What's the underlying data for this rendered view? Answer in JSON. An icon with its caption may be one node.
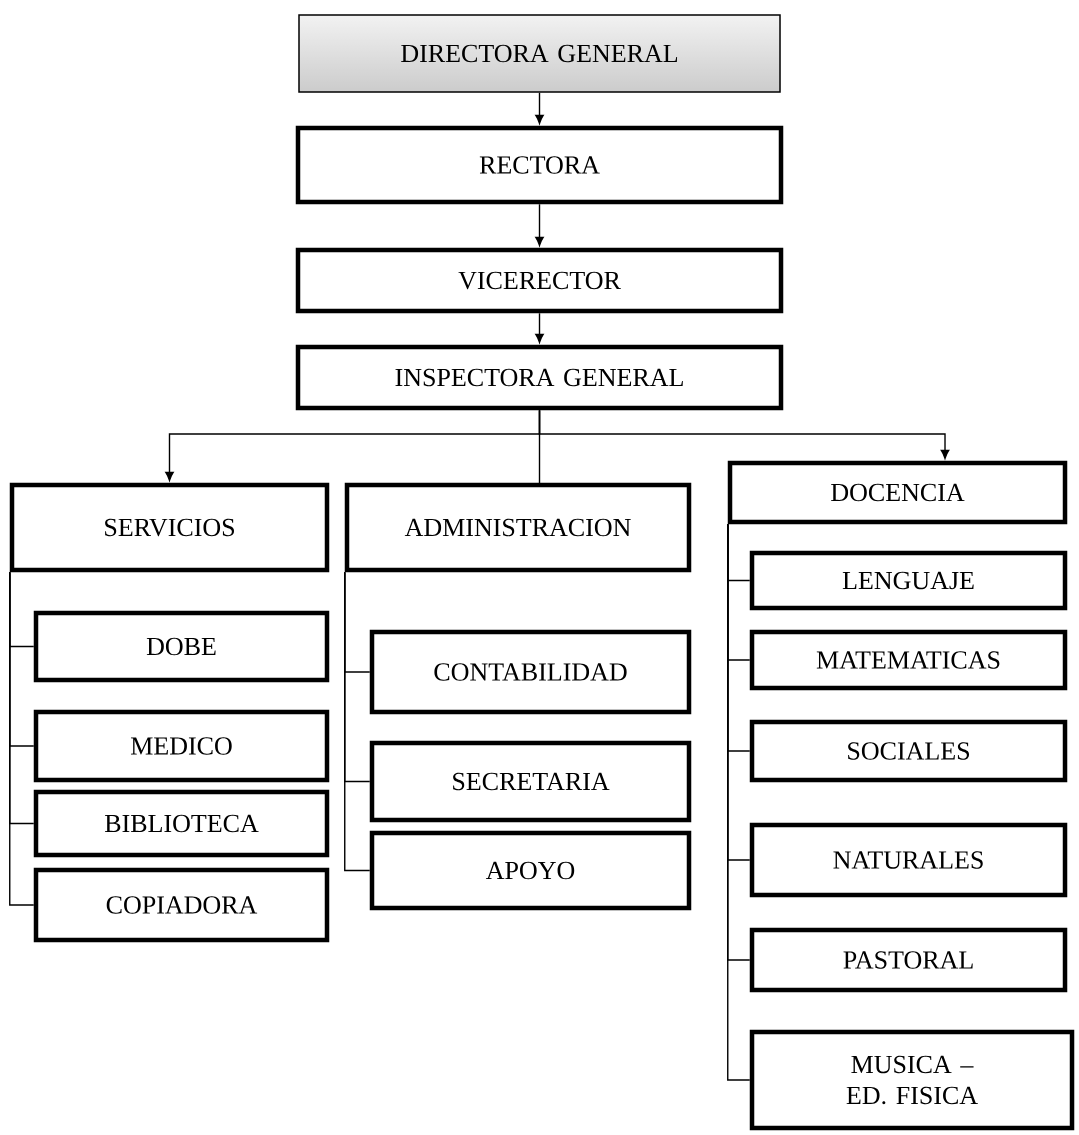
{
  "diagram": {
    "nodes": [
      {
        "text": [
          "DIRECTORA GENERAL"
        ]
      },
      {
        "text": [
          "RECTORA"
        ]
      },
      {
        "text": [
          "VICERECTOR"
        ]
      },
      {
        "text": [
          "INSPECTORA GENERAL"
        ]
      },
      {
        "text": [
          "SERVICIOS"
        ]
      },
      {
        "text": [
          "ADMINISTRACION"
        ]
      },
      {
        "text": [
          "DOCENCIA"
        ]
      },
      {
        "text": [
          "DOBE"
        ]
      },
      {
        "text": [
          "MEDICO"
        ]
      },
      {
        "text": [
          "BIBLIOTECA"
        ]
      },
      {
        "text": [
          "COPIADORA"
        ]
      },
      {
        "text": [
          "CONTABILIDAD"
        ]
      },
      {
        "text": [
          "SECRETARIA"
        ]
      },
      {
        "text": [
          "APOYO"
        ]
      },
      {
        "text": [
          "LENGUAJE"
        ]
      },
      {
        "text": [
          "MATEMATICAS"
        ]
      },
      {
        "text": [
          "SOCIALES"
        ]
      },
      {
        "text": [
          "NATURALES"
        ]
      },
      {
        "text": [
          "PASTORAL"
        ]
      },
      {
        "text": [
          "MUSICA – ED. FISICA"
        ]
      }
    ],
    "edges": [
      {
        "from": 0,
        "to": 1,
        "arrow": "to"
      },
      {
        "from": 1,
        "to": 2,
        "arrow": "to"
      },
      {
        "from": 2,
        "to": 3,
        "arrow": "to"
      },
      {
        "from": 3,
        "to": 4,
        "arrow": "to"
      },
      {
        "from": 3,
        "to": 5,
        "arrow": "none"
      },
      {
        "from": 3,
        "to": 6,
        "arrow": "to"
      },
      {
        "from": 4,
        "to": 7,
        "arrow": "none"
      },
      {
        "from": 4,
        "to": 8,
        "arrow": "none"
      },
      {
        "from": 4,
        "to": 9,
        "arrow": "none"
      },
      {
        "from": 4,
        "to": 10,
        "arrow": "none"
      },
      {
        "from": 5,
        "to": 11,
        "arrow": "none"
      },
      {
        "from": 5,
        "to": 12,
        "arrow": "none"
      },
      {
        "from": 5,
        "to": 13,
        "arrow": "none"
      },
      {
        "from": 6,
        "to": 14,
        "arrow": "none"
      },
      {
        "from": 6,
        "to": 15,
        "arrow": "none"
      },
      {
        "from": 6,
        "to": 16,
        "arrow": "none"
      },
      {
        "from": 6,
        "to": 17,
        "arrow": "none"
      },
      {
        "from": 6,
        "to": 18,
        "arrow": "none"
      },
      {
        "from": 6,
        "to": 19,
        "arrow": "none"
      }
    ]
  }
}
